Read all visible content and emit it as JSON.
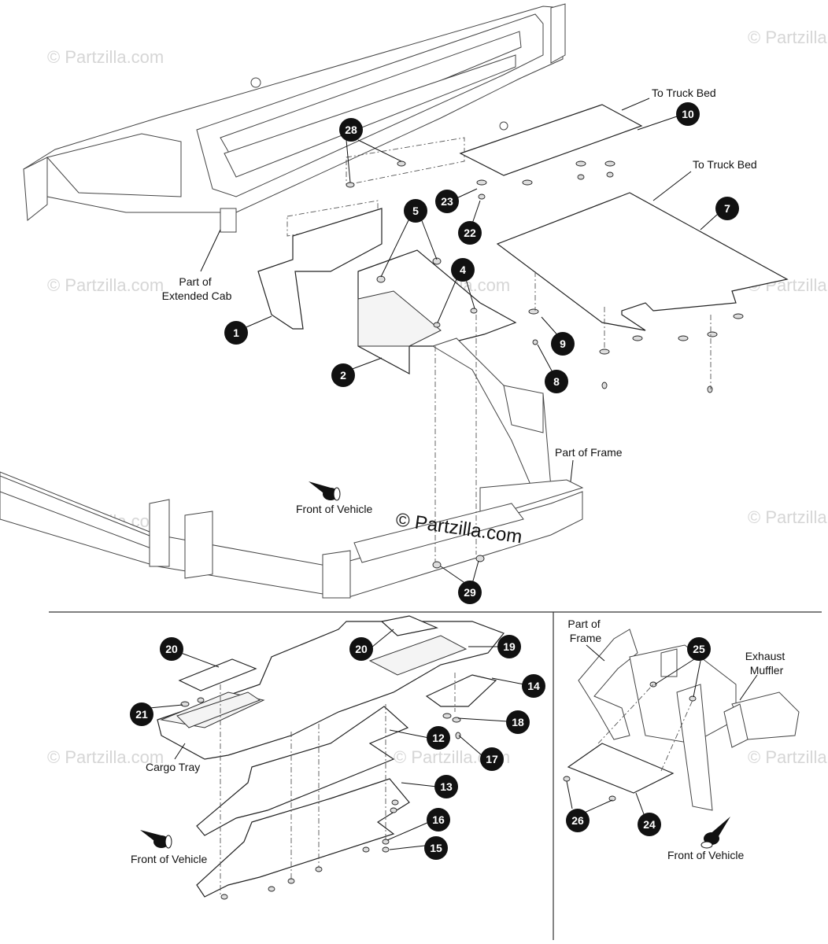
{
  "watermark": "© Partzilla.com",
  "center_watermark": "© Partzilla.com",
  "labels": {
    "to_truck_bed_1": "To Truck Bed",
    "to_truck_bed_2": "To Truck Bed",
    "part_of_extended_cab_1": "Part of",
    "part_of_extended_cab_2": "Extended Cab",
    "part_of_frame_main": "Part of Frame",
    "front_of_vehicle_main": "Front of Vehicle",
    "cargo_tray": "Cargo Tray",
    "front_of_vehicle_lower_left": "Front of Vehicle",
    "part_of_frame_right_1": "Part of",
    "part_of_frame_right_2": "Frame",
    "exhaust_muffler_1": "Exhaust",
    "exhaust_muffler_2": "Muffler",
    "front_of_vehicle_lower_right": "Front of Vehicle"
  },
  "callouts": [
    "28",
    "10",
    "7",
    "23",
    "22",
    "5",
    "4",
    "9",
    "8",
    "1",
    "2",
    "29",
    "20",
    "20",
    "19",
    "14",
    "21",
    "12",
    "18",
    "17",
    "13",
    "16",
    "15",
    "25",
    "26",
    "24"
  ]
}
